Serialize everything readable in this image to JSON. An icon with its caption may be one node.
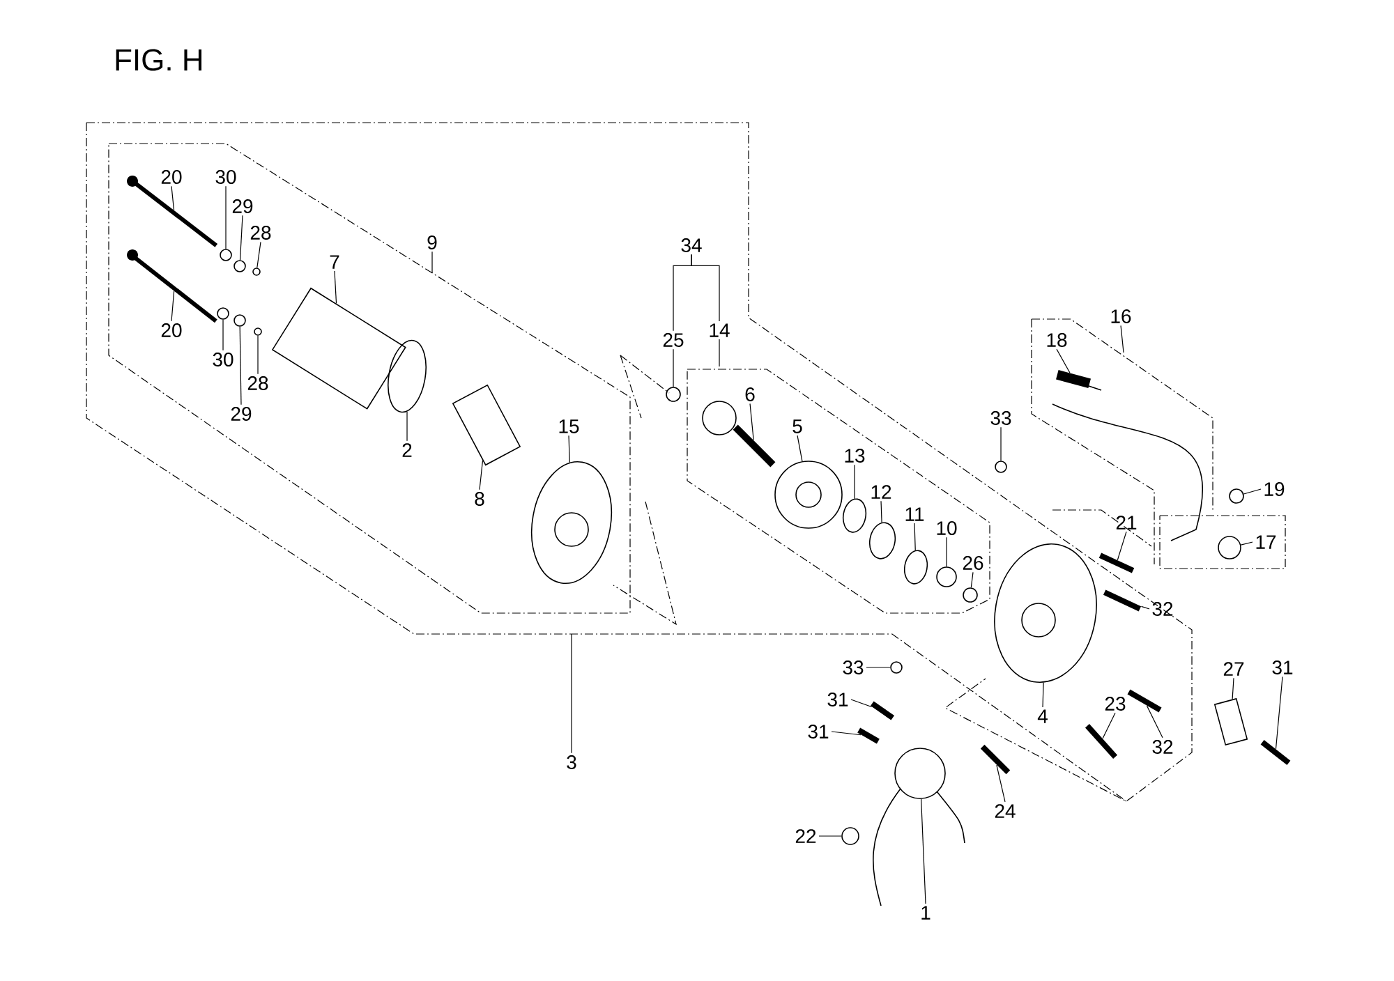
{
  "diagram": {
    "title": "FIG. H",
    "nodes": [
      {
        "text": [
          "20"
        ]
      },
      {
        "text": [
          "30"
        ]
      },
      {
        "text": [
          "29"
        ]
      },
      {
        "text": [
          "28"
        ]
      },
      {
        "text": [
          "7"
        ]
      },
      {
        "text": [
          "9"
        ]
      },
      {
        "text": [
          "34"
        ]
      },
      {
        "text": [
          "14"
        ]
      },
      {
        "text": [
          "25"
        ]
      },
      {
        "text": [
          "20"
        ]
      },
      {
        "text": [
          "30"
        ]
      },
      {
        "text": [
          "28"
        ]
      },
      {
        "text": [
          "29"
        ]
      },
      {
        "text": [
          "16"
        ]
      },
      {
        "text": [
          "18"
        ]
      },
      {
        "text": [
          "6"
        ]
      },
      {
        "text": [
          "2"
        ]
      },
      {
        "text": [
          "15"
        ]
      },
      {
        "text": [
          "33"
        ]
      },
      {
        "text": [
          "5"
        ]
      },
      {
        "text": [
          "13"
        ]
      },
      {
        "text": [
          "12"
        ]
      },
      {
        "text": [
          "19"
        ]
      },
      {
        "text": [
          "8"
        ]
      },
      {
        "text": [
          "11"
        ]
      },
      {
        "text": [
          "21"
        ]
      },
      {
        "text": [
          "10"
        ]
      },
      {
        "text": [
          "17"
        ]
      },
      {
        "text": [
          "26"
        ]
      },
      {
        "text": [
          "32"
        ]
      },
      {
        "text": [
          "33"
        ]
      },
      {
        "text": [
          "27"
        ]
      },
      {
        "text": [
          "31"
        ]
      },
      {
        "text": [
          "31"
        ]
      },
      {
        "text": [
          "23"
        ]
      },
      {
        "text": [
          "4"
        ]
      },
      {
        "text": [
          "32"
        ]
      },
      {
        "text": [
          "31"
        ]
      },
      {
        "text": [
          "3"
        ]
      },
      {
        "text": [
          "24"
        ]
      },
      {
        "text": [
          "22"
        ]
      },
      {
        "text": [
          "1"
        ]
      },
      {
        "text": [],
        "shape": "bar"
      },
      {
        "text": [],
        "shape": "circle"
      },
      {
        "text": [],
        "shape": "circle"
      },
      {
        "text": [],
        "shape": "circle"
      },
      {
        "text": [],
        "shape": "cylinder"
      },
      {
        "text": [],
        "shape": "circle"
      },
      {
        "text": [],
        "shape": "bar"
      },
      {
        "text": [],
        "shape": "circle"
      },
      {
        "text": [],
        "shape": "circle"
      },
      {
        "text": [],
        "shape": "circle"
      },
      {
        "text": [],
        "shape": "bar"
      },
      {
        "text": [],
        "shape": "bar"
      },
      {
        "text": [],
        "shape": "ring"
      },
      {
        "text": [],
        "shape": "circle"
      },
      {
        "text": [],
        "shape": "circle"
      },
      {
        "text": [],
        "shape": "circle"
      },
      {
        "text": [],
        "shape": "ring"
      },
      {
        "text": [],
        "shape": "ring"
      },
      {
        "text": [],
        "shape": "circle"
      },
      {
        "text": [],
        "shape": "box"
      },
      {
        "text": [],
        "shape": "ring"
      },
      {
        "text": [],
        "shape": "bar"
      },
      {
        "text": [],
        "shape": "circle"
      },
      {
        "text": [],
        "shape": "circle"
      },
      {
        "text": [],
        "shape": "circle"
      },
      {
        "text": [],
        "shape": "bar"
      },
      {
        "text": [],
        "shape": "circle"
      },
      {
        "text": [],
        "shape": "box"
      },
      {
        "text": [],
        "shape": "bar"
      },
      {
        "text": [],
        "shape": "bar"
      },
      {
        "text": [],
        "shape": "bar"
      },
      {
        "text": [],
        "shape": "circle"
      },
      {
        "text": [],
        "shape": "bar"
      },
      {
        "text": [],
        "shape": "bar"
      },
      {
        "text": [],
        "shape": "bar"
      },
      {
        "text": [],
        "shape": "circle"
      },
      {
        "text": [],
        "shape": "circle"
      }
    ],
    "edges": [
      {
        "from": 0,
        "to": 42,
        "arrow": "none"
      },
      {
        "from": 1,
        "to": 43,
        "arrow": "none"
      },
      {
        "from": 2,
        "to": 44,
        "arrow": "none"
      },
      {
        "from": 3,
        "to": 45,
        "arrow": "none"
      },
      {
        "from": 4,
        "to": 46,
        "arrow": "none"
      },
      {
        "from": 5,
        "to": null,
        "arrow": "none"
      },
      {
        "from": 6,
        "to": 7,
        "arrow": "none"
      },
      {
        "from": 6,
        "to": 8,
        "arrow": "none"
      },
      {
        "from": 7,
        "to": null,
        "arrow": "none"
      },
      {
        "from": 8,
        "to": 47,
        "arrow": "none"
      },
      {
        "from": 9,
        "to": 48,
        "arrow": "none"
      },
      {
        "from": 10,
        "to": 49,
        "arrow": "none"
      },
      {
        "from": 11,
        "to": 50,
        "arrow": "none"
      },
      {
        "from": 12,
        "to": 51,
        "arrow": "none"
      },
      {
        "from": 13,
        "to": null,
        "arrow": "none"
      },
      {
        "from": 14,
        "to": 52,
        "arrow": "none"
      },
      {
        "from": 15,
        "to": 53,
        "arrow": "none"
      },
      {
        "from": 16,
        "to": 54,
        "arrow": "none"
      },
      {
        "from": 17,
        "to": 55,
        "arrow": "none"
      },
      {
        "from": 18,
        "to": 56,
        "arrow": "none"
      },
      {
        "from": 19,
        "to": 57,
        "arrow": "none"
      },
      {
        "from": 20,
        "to": 58,
        "arrow": "none"
      },
      {
        "from": 21,
        "to": 59,
        "arrow": "none"
      },
      {
        "from": 22,
        "to": 60,
        "arrow": "none"
      },
      {
        "from": 23,
        "to": 61,
        "arrow": "none"
      },
      {
        "from": 24,
        "to": 62,
        "arrow": "none"
      },
      {
        "from": 25,
        "to": 63,
        "arrow": "none"
      },
      {
        "from": 26,
        "to": 64,
        "arrow": "none"
      },
      {
        "from": 27,
        "to": 65,
        "arrow": "none"
      },
      {
        "from": 28,
        "to": 66,
        "arrow": "none"
      },
      {
        "from": 29,
        "to": 67,
        "arrow": "none"
      },
      {
        "from": 30,
        "to": 68,
        "arrow": "none"
      },
      {
        "from": 31,
        "to": 69,
        "arrow": "none"
      },
      {
        "from": 32,
        "to": 70,
        "arrow": "none"
      },
      {
        "from": 33,
        "to": 71,
        "arrow": "none"
      },
      {
        "from": 34,
        "to": 72,
        "arrow": "none"
      },
      {
        "from": 35,
        "to": 73,
        "arrow": "none"
      },
      {
        "from": 36,
        "to": 74,
        "arrow": "none"
      },
      {
        "from": 37,
        "to": 75,
        "arrow": "none"
      },
      {
        "from": 38,
        "to": null,
        "arrow": "none"
      },
      {
        "from": 39,
        "to": 76,
        "arrow": "none"
      },
      {
        "from": 40,
        "to": 77,
        "arrow": "none"
      },
      {
        "from": 41,
        "to": 78,
        "arrow": "none"
      }
    ]
  }
}
